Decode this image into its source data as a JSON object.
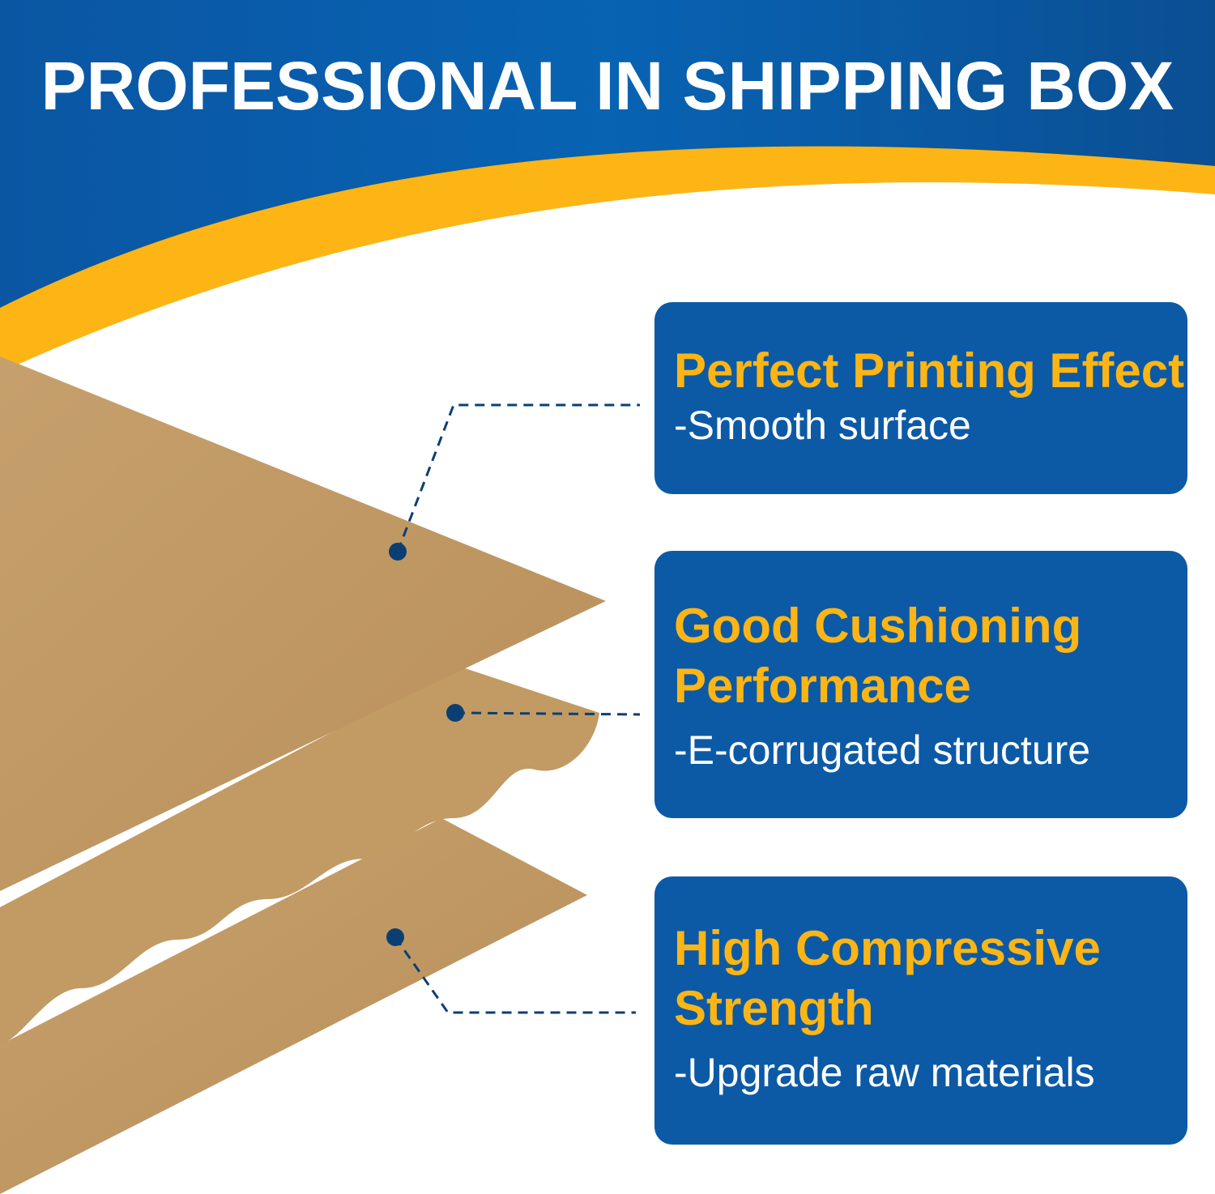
{
  "header": {
    "title": "PROFESSIONAL IN SHIPPING BOX"
  },
  "colors": {
    "blue": "#0a5fae",
    "gold": "#fdb515",
    "box": "#0c5aa6",
    "kraft": "#c9a26e"
  },
  "features": [
    {
      "heading": "Perfect Printing Effect",
      "subtitle": "-Smooth surface"
    },
    {
      "heading": "Good Cushioning Performance",
      "subtitle": "-E-corrugated structure"
    },
    {
      "heading": "High Compressive Strength",
      "subtitle": "-Upgrade raw materials"
    }
  ]
}
